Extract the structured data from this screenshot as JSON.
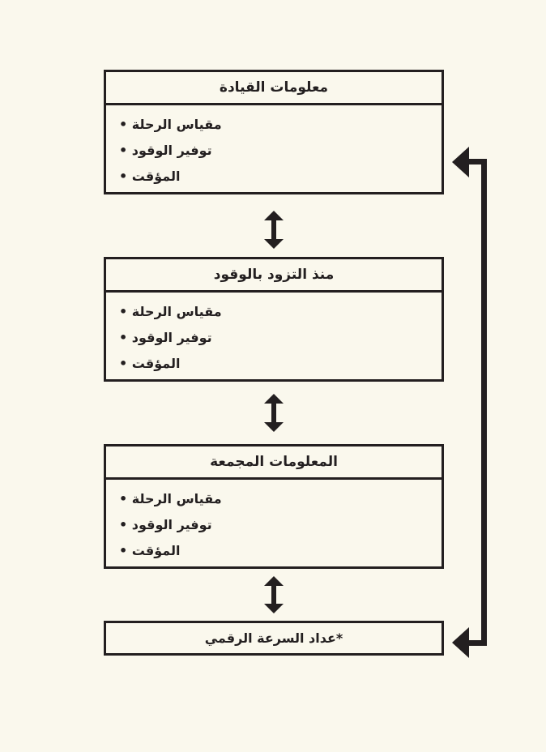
{
  "boxes": [
    {
      "title": "معلومات القيادة",
      "items": [
        "مقياس الرحلة •",
        "توفير الوقود •",
        "المؤقت •"
      ]
    },
    {
      "title": "منذ التزود بالوقود",
      "items": [
        "مقياس الرحلة •",
        "توفير الوقود •",
        "المؤقت •"
      ]
    },
    {
      "title": "المعلومات المجمعة",
      "items": [
        "مقياس الرحلة •",
        "توفير الوقود •",
        "المؤقت •"
      ]
    }
  ],
  "bottom_box": {
    "title": "*عداد السرعة الرقمي"
  }
}
